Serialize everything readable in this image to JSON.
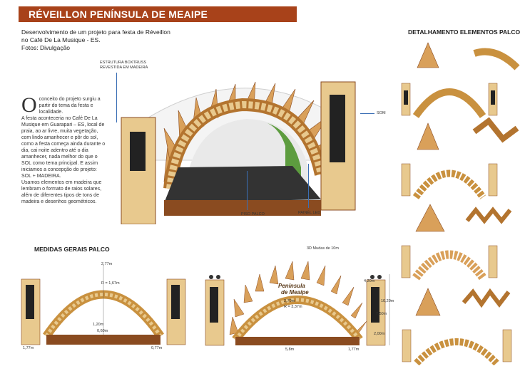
{
  "header": {
    "title": "RÉVEILLON PENÍNSULA DE MEAIPE",
    "accent_color": "#a8421a"
  },
  "intro": {
    "line1": "Desenvolvimento de um projeto para festa de Réveillon",
    "line2": "no Café De La Musique - ES.",
    "line3": "Fotos: Divulgação"
  },
  "concept": {
    "dropcap": "O",
    "p1": "conceito do projeto surgiu a partir do tema da festa e localidade.",
    "p2": "A festa aconteceria no Café De La Musique em Guarapari – ES, local de praia, ao ar livre, muita vegetação, com lindo amanhecer e pôr do sol, como a festa começa ainda durante o dia, cai noite adentro até o dia amanhecer, nada melhor do que o SOL como tema principal. E assim iniciamos a concepção do projeto: SOL + MADEIRA.",
    "p3": "Usamos elementos em madeira que lembram o formato de raios solares, além de diferentes tipos de tons de madeira e desenhos geométricos."
  },
  "render_labels": {
    "structure_line1": "ESTRUTURA  BOXTRUSS",
    "structure_line2": "REVESTIDA EM MADEIRA",
    "sound": "SOM",
    "floor": "PISO PALCO",
    "led": "PAINÉL LED"
  },
  "sections": {
    "details": "DETALHAMENTO ELEMENTOS PALCO",
    "measures": "MEDIDAS GERAIS PALCO"
  },
  "dimensions": {
    "left_height": "2,77m",
    "left_inner": "R = 1,67m",
    "left_small": "1,20m",
    "left_base": "0,60m",
    "left_side1": "1,77m",
    "left_side2": "0,77m",
    "right_top": "3D Mudas de 10m",
    "right_r": "R = 3,37m",
    "right_mid": "2,70m",
    "right_w": "4,20m",
    "right_total": "10,20m",
    "right_side": "7,50m",
    "right_base": "2,00m",
    "right_span": "5,8m",
    "right_edge": "1,77m",
    "logo_line1": "Península",
    "logo_line2": "de Meaipe"
  },
  "colors": {
    "wood_light": "#e8c98e",
    "wood_mid": "#c9913f",
    "wood_dark": "#8a4b20",
    "stage_floor": "#333333",
    "led_green": "#5d9c3f"
  }
}
